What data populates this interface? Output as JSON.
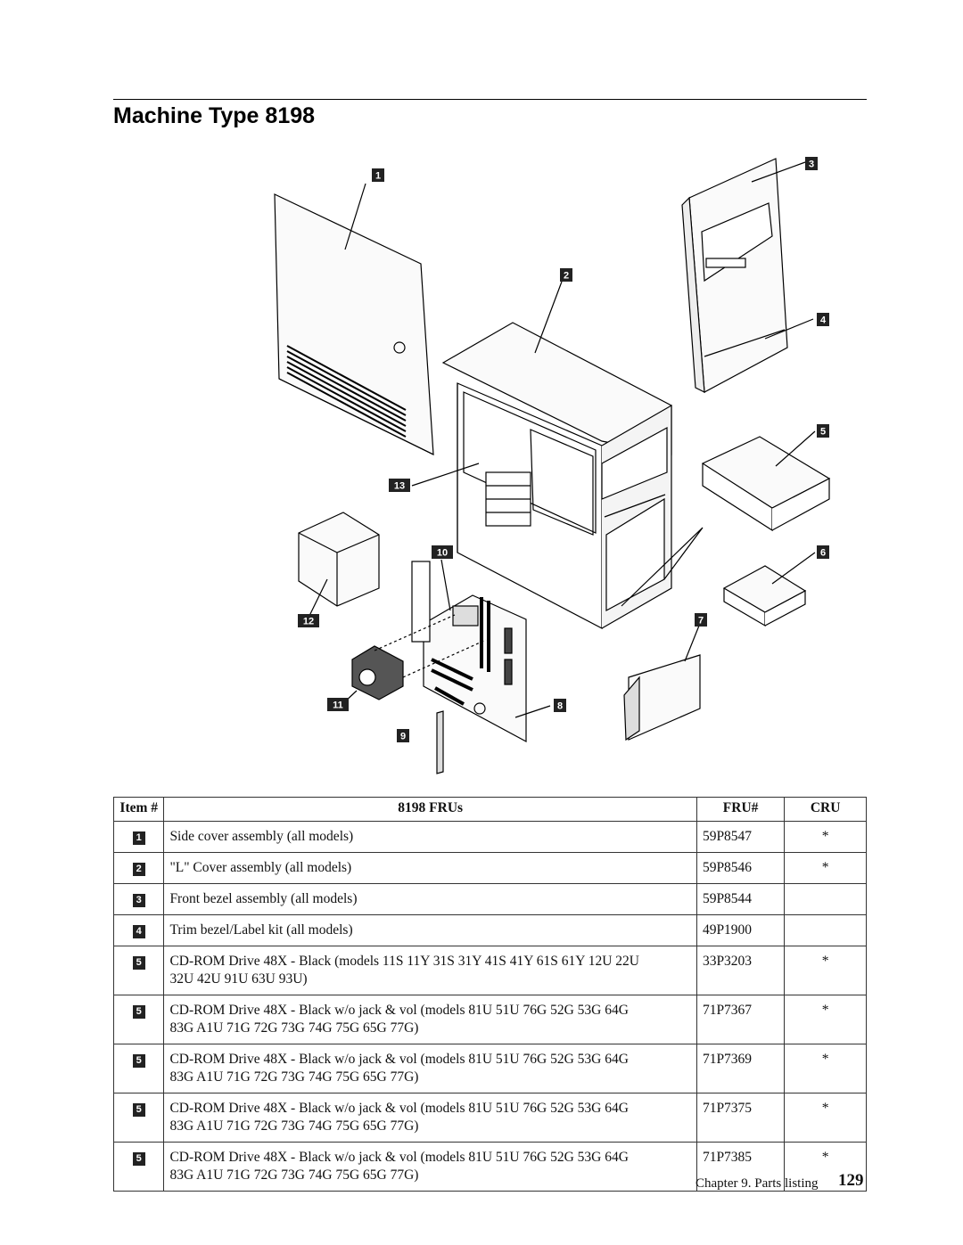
{
  "page": {
    "title": "Machine Type 8198",
    "footer_chapter": "Chapter 9. Parts listing",
    "footer_page": "129"
  },
  "figure": {
    "callouts": [
      "1",
      "2",
      "3",
      "4",
      "5",
      "6",
      "7",
      "8",
      "9",
      "10",
      "11",
      "12",
      "13"
    ]
  },
  "table": {
    "headers": {
      "item": "Item #",
      "desc": "8198 FRUs",
      "fru": "FRU#",
      "cru": "CRU"
    },
    "rows": [
      {
        "item": "1",
        "line1": "Side cover assembly (all models)",
        "line2": "",
        "fru": "59P8547",
        "cru": "*"
      },
      {
        "item": "2",
        "line1": "\"L\" Cover assembly (all models)",
        "line2": "",
        "fru": "59P8546",
        "cru": "*"
      },
      {
        "item": "3",
        "line1": "Front bezel assembly (all models)",
        "line2": "",
        "fru": "59P8544",
        "cru": ""
      },
      {
        "item": "4",
        "line1": "Trim bezel/Label kit (all models)",
        "line2": "",
        "fru": "49P1900",
        "cru": ""
      },
      {
        "item": "5",
        "line1": "CD-ROM Drive 48X - Black (models 11S 11Y 31S 31Y 41S 41Y 61S 61Y 12U 22U",
        "line2": "32U 42U 91U 63U 93U)",
        "fru": "33P3203",
        "cru": "*"
      },
      {
        "item": "5",
        "line1": "CD-ROM Drive 48X - Black w/o jack & vol (models 81U 51U 76G 52G 53G 64G",
        "line2": "83G A1U 71G 72G 73G 74G 75G 65G 77G)",
        "fru": "71P7367",
        "cru": "*"
      },
      {
        "item": "5",
        "line1": "CD-ROM Drive 48X - Black w/o jack & vol (models 81U 51U 76G 52G 53G 64G",
        "line2": "83G A1U 71G 72G 73G 74G 75G 65G 77G)",
        "fru": "71P7369",
        "cru": "*"
      },
      {
        "item": "5",
        "line1": "CD-ROM Drive 48X - Black w/o jack & vol (models 81U 51U 76G 52G 53G 64G",
        "line2": "83G A1U 71G 72G 73G 74G 75G 65G 77G)",
        "fru": "71P7375",
        "cru": "*"
      },
      {
        "item": "5",
        "line1": "CD-ROM Drive 48X - Black w/o jack & vol (models 81U 51U 76G 52G 53G 64G",
        "line2": "83G A1U 71G 72G 73G 74G 75G 65G 77G)",
        "fru": "71P7385",
        "cru": "*"
      }
    ]
  }
}
